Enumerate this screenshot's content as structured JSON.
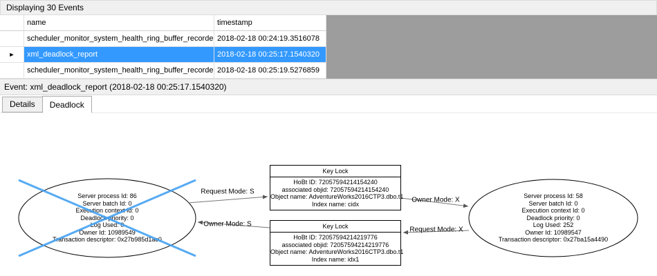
{
  "header": {
    "title": "Displaying 30 Events"
  },
  "grid": {
    "columns": {
      "name": "name",
      "timestamp": "timestamp"
    },
    "selected_row_marker": "►",
    "rows": [
      {
        "name": "scheduler_monitor_system_health_ring_buffer_recorded",
        "timestamp": "2018-02-18 00:24:19.3516078"
      },
      {
        "name": "xml_deadlock_report",
        "timestamp": "2018-02-18 00:25:17.1540320"
      },
      {
        "name": "scheduler_monitor_system_health_ring_buffer_recorded",
        "timestamp": "2018-02-18 00:25:19.5276859"
      }
    ]
  },
  "event_bar": {
    "text": "Event: xml_deadlock_report (2018-02-18 00:25:17.1540320)"
  },
  "tabs": [
    {
      "label": "Details"
    },
    {
      "label": "Deadlock"
    }
  ],
  "graph": {
    "victim_process": {
      "lines": [
        "Server process Id: 86",
        "Server batch Id: 0",
        "Execution context Id: 0",
        "Deadlock priority: 0",
        "Log Used: 0",
        "Owner Id: 10989549",
        "Transaction descriptor: 0x27b985d1ac0"
      ]
    },
    "owner_process": {
      "lines": [
        "Server process Id: 58",
        "Server batch Id: 0",
        "Execution context Id: 0",
        "Deadlock priority: 0",
        "Log Used: 252",
        "Owner Id: 10989547",
        "Transaction descriptor: 0x27ba15a4490"
      ]
    },
    "resource_top": {
      "title": "Key Lock",
      "lines": [
        "HoBt ID: 72057594214154240",
        "associated objid: 72057594214154240",
        "Object name: AdventureWorks2016CTP3.dbo.t1",
        "Index name: cidx"
      ]
    },
    "resource_bottom": {
      "title": "Key Lock",
      "lines": [
        "HoBt ID: 72057594214219776",
        "associated objid: 72057594214219776",
        "Object name: AdventureWorks2016CTP3.dbo.t1",
        "Index name: idx1"
      ]
    },
    "edge_labels": [
      "Request Mode: S",
      "Owner Mode: S",
      "Owner Mode: X",
      "Request Mode: X"
    ]
  },
  "colors": {
    "selection": "#3399ff",
    "victim_cross": "#44a1f2",
    "grid_filler": "#9d9d9d"
  }
}
